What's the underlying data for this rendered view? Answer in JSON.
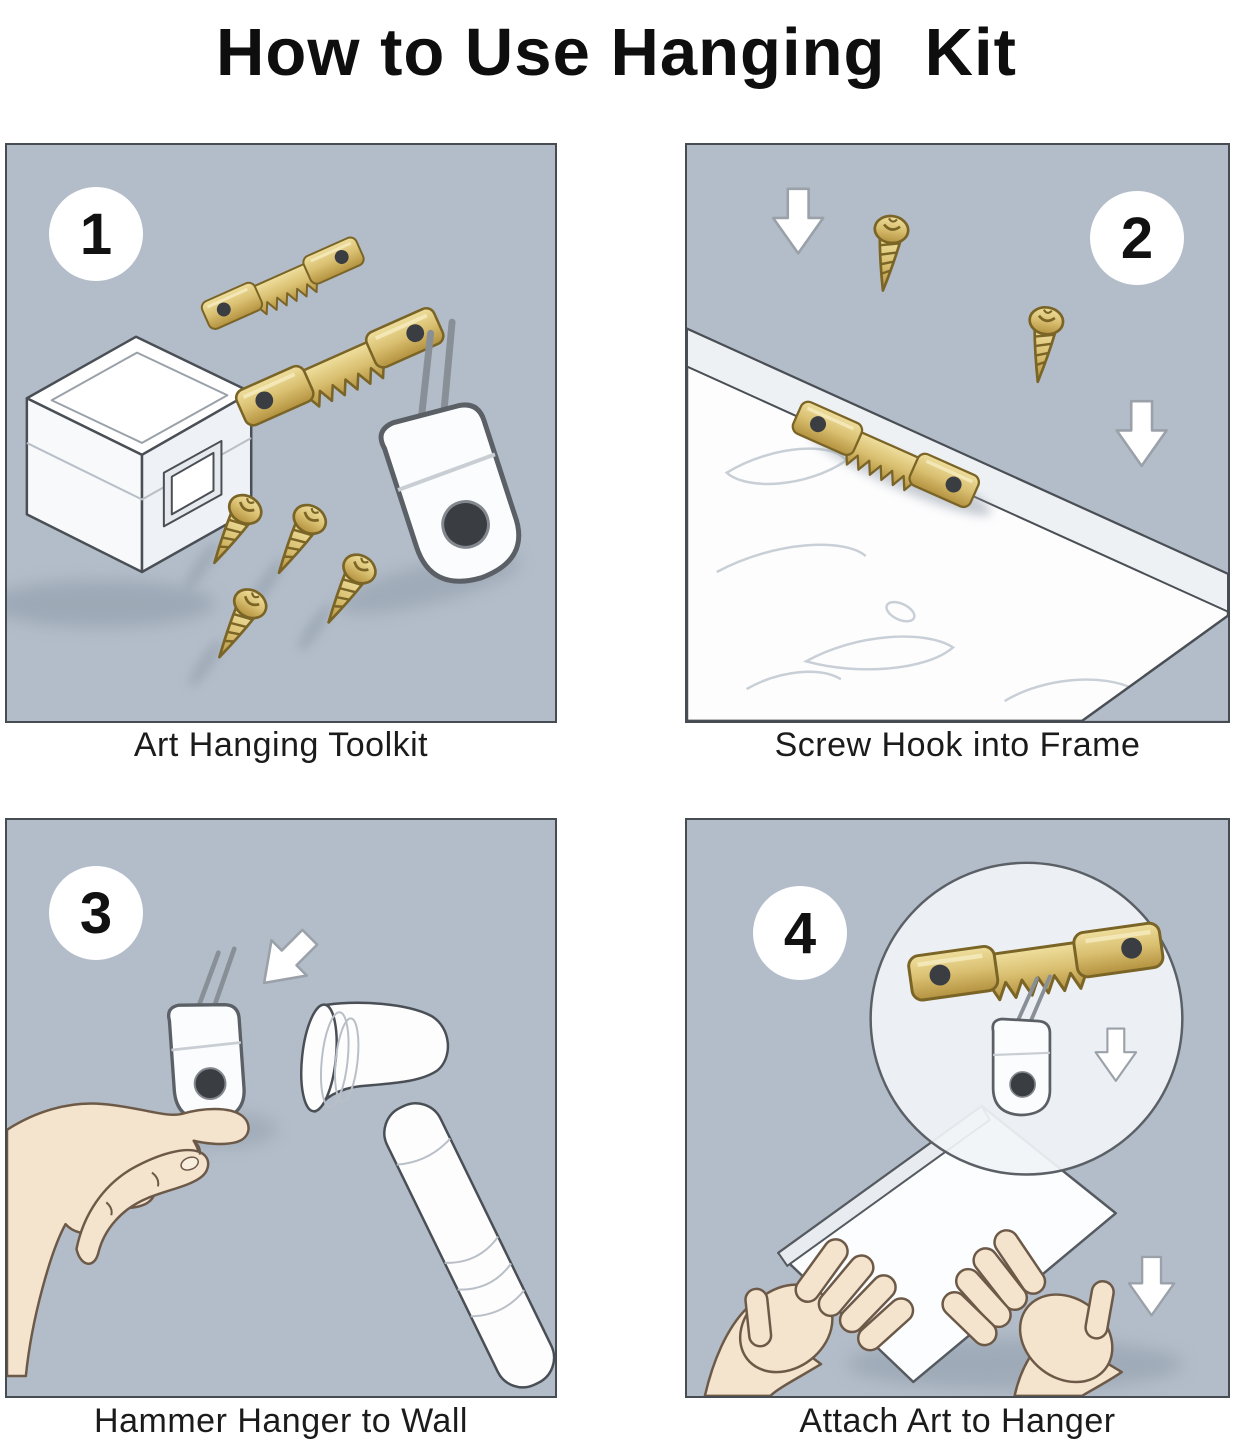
{
  "title": "How to Use Hanging  Kit",
  "panels": [
    {
      "number": "1",
      "caption": "Art Hanging Toolkit"
    },
    {
      "number": "2",
      "caption": "Screw Hook into Frame"
    },
    {
      "number": "3",
      "caption": "Hammer Hanger to Wall"
    },
    {
      "number": "4",
      "caption": "Attach Art to Hanger"
    }
  ],
  "colors": {
    "panel_bg": "#b3bdc9",
    "brass": "#d9bf70",
    "outline": "#4a4f55",
    "skin": "#f4e3cd",
    "shadow": "#8d99a8"
  },
  "icons": [
    "sawtooth-hanger-icon",
    "screw-icon",
    "wall-hook-icon",
    "down-arrow-icon",
    "hammer-icon",
    "hand-icon",
    "toolkit-box-icon",
    "frame-board-icon",
    "artwork-frame-icon",
    "magnifier-circle"
  ]
}
